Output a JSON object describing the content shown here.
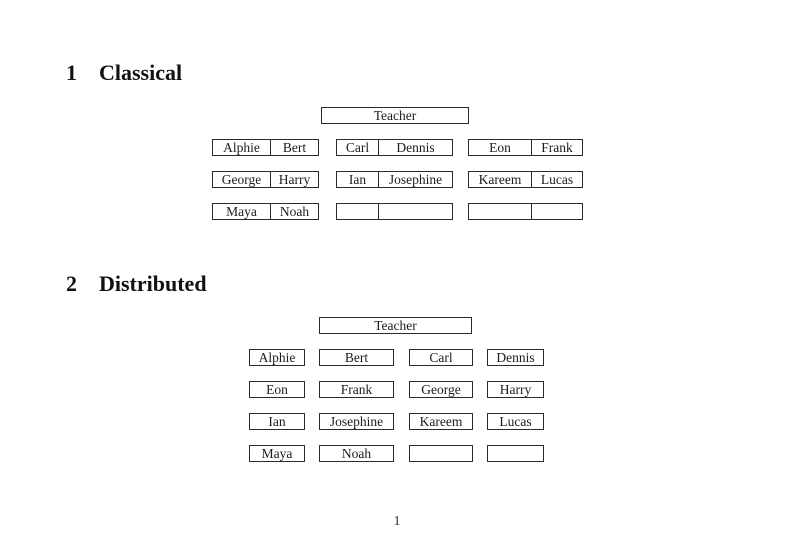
{
  "sections": [
    {
      "number": "1",
      "title": "Classical"
    },
    {
      "number": "2",
      "title": "Distributed"
    }
  ],
  "classical": {
    "teacher": "Teacher",
    "rows": [
      [
        [
          "Alphie",
          "Bert"
        ],
        [
          "Carl",
          "Dennis"
        ],
        [
          "Eon",
          "Frank"
        ]
      ],
      [
        [
          "George",
          "Harry"
        ],
        [
          "Ian",
          "Josephine"
        ],
        [
          "Kareem",
          "Lucas"
        ]
      ],
      [
        [
          "Maya",
          "Noah"
        ],
        [
          "",
          ""
        ],
        [
          "",
          ""
        ]
      ]
    ]
  },
  "distributed": {
    "teacher": "Teacher",
    "rows": [
      [
        "Alphie",
        "Bert",
        "Carl",
        "Dennis"
      ],
      [
        "Eon",
        "Frank",
        "George",
        "Harry"
      ],
      [
        "Ian",
        "Josephine",
        "Kareem",
        "Lucas"
      ],
      [
        "Maya",
        "Noah",
        "",
        ""
      ]
    ]
  },
  "footer": {
    "page_number": "1"
  }
}
